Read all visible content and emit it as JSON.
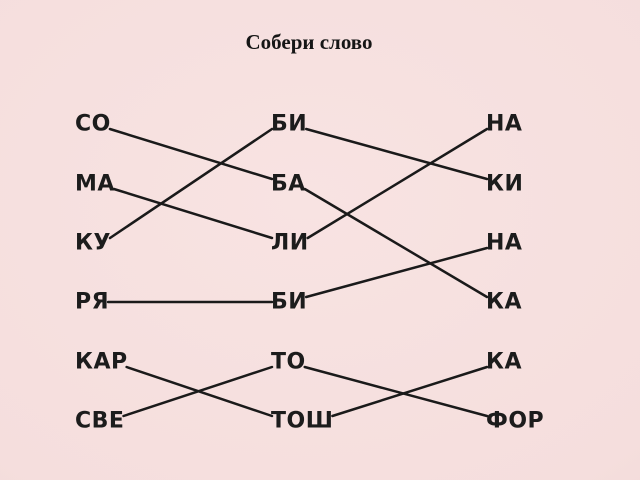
{
  "title": "Собери слово",
  "colors": {
    "background": "#f5dedd",
    "background_edge": "#e7cdcc",
    "text": "#1c1c1c",
    "line": "#1a1a1a"
  },
  "puzzle": {
    "columns": [
      {
        "id": "c1",
        "syllables": [
          "СО",
          "МА",
          "КУ",
          "РЯ",
          "КАР",
          "СВЕ"
        ]
      },
      {
        "id": "c2",
        "syllables": [
          "БИ",
          "БА",
          "ЛИ",
          "БИ",
          "ТО",
          "ТОШ"
        ]
      },
      {
        "id": "c3",
        "syllables": [
          "НА",
          "КИ",
          "НА",
          "КА",
          "КА",
          "ФОР"
        ]
      }
    ],
    "connections": [
      {
        "from": "c1r1",
        "to": "c2r2"
      },
      {
        "from": "c2r2",
        "to": "c3r4"
      },
      {
        "from": "c1r3",
        "to": "c2r1"
      },
      {
        "from": "c2r1",
        "to": "c3r2"
      },
      {
        "from": "c1r2",
        "to": "c2r3"
      },
      {
        "from": "c2r3",
        "to": "c3r1"
      },
      {
        "from": "c1r4",
        "to": "c2r4"
      },
      {
        "from": "c2r4",
        "to": "c3r3"
      },
      {
        "from": "c1r5",
        "to": "c2r6"
      },
      {
        "from": "c2r6",
        "to": "c3r5"
      },
      {
        "from": "c1r6",
        "to": "c2r5"
      },
      {
        "from": "c2r5",
        "to": "c3r6"
      }
    ]
  }
}
